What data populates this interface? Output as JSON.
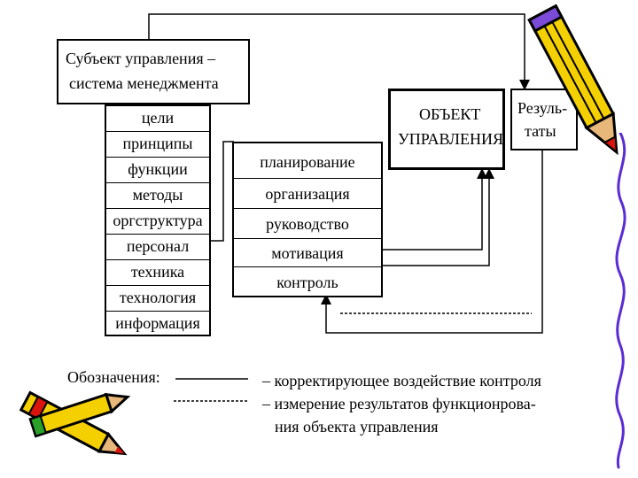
{
  "subject": {
    "line1": "Субъект управления –",
    "line2": "система менеджмента"
  },
  "subject_list": [
    "цели",
    "принципы",
    "функции",
    "методы",
    "оргструктура",
    "персонал",
    "техника",
    "технология",
    "информация"
  ],
  "functions": [
    "планирование",
    "организация",
    "руководство",
    "мотивация",
    "контроль"
  ],
  "object": {
    "line1": "ОБЪЕКТ",
    "line2": "УПРАВЛЕНИЯ"
  },
  "results": {
    "line1": "Резуль-",
    "line2": "таты"
  },
  "legend": {
    "title": "Обозначения:",
    "solid_desc": "– корректирующее воздействие контроля",
    "dashed_desc_1": "– измерение результатов функционрова-",
    "dashed_desc_2": "ния объекта управления"
  },
  "icons": [
    "pencil-icon",
    "crayons-icon",
    "squiggle-line-icon"
  ],
  "colors": {
    "pencil_yellow": "#f5d000",
    "pencil_tip": "#d8140c",
    "squiggle": "#5b2bd4",
    "outline": "#000000"
  }
}
